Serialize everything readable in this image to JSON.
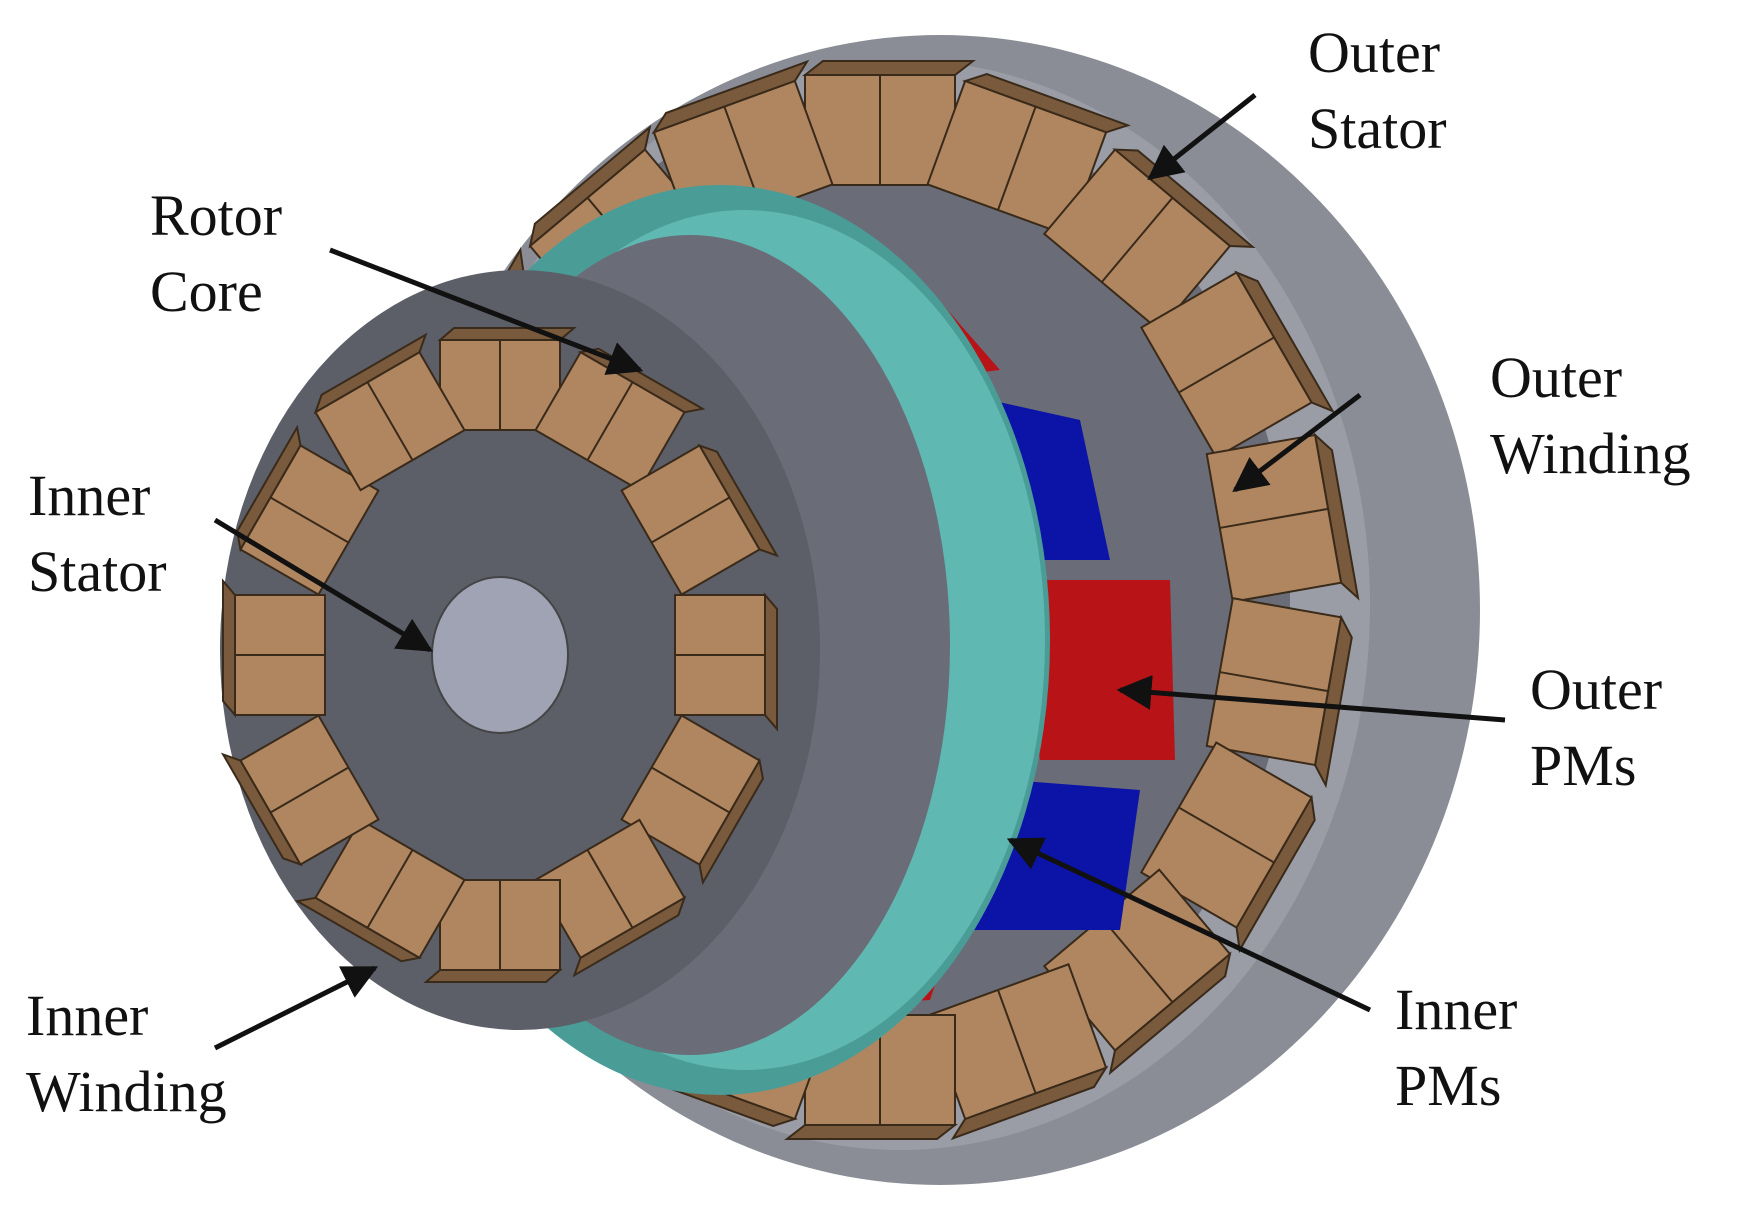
{
  "colors": {
    "stator_grey": "#8a8d96",
    "stator_face": "#5c5f68",
    "winding": "#b08660",
    "winding_dark": "#7a5a3c",
    "rotor_core": "#5fb8b2",
    "pm_red": "#b81418",
    "pm_blue": "#0c14a8",
    "arrow": "#111111"
  },
  "labels": {
    "outer_stator": [
      "Outer",
      "Stator"
    ],
    "rotor_core": [
      "Rotor",
      "Core"
    ],
    "outer_winding": [
      "Outer",
      "Winding"
    ],
    "inner_stator": [
      "Inner",
      "Stator"
    ],
    "outer_pms": [
      "Outer",
      "PMs"
    ],
    "inner_winding": [
      "Inner",
      "Winding"
    ],
    "inner_pms": [
      "Inner",
      "PMs"
    ]
  }
}
